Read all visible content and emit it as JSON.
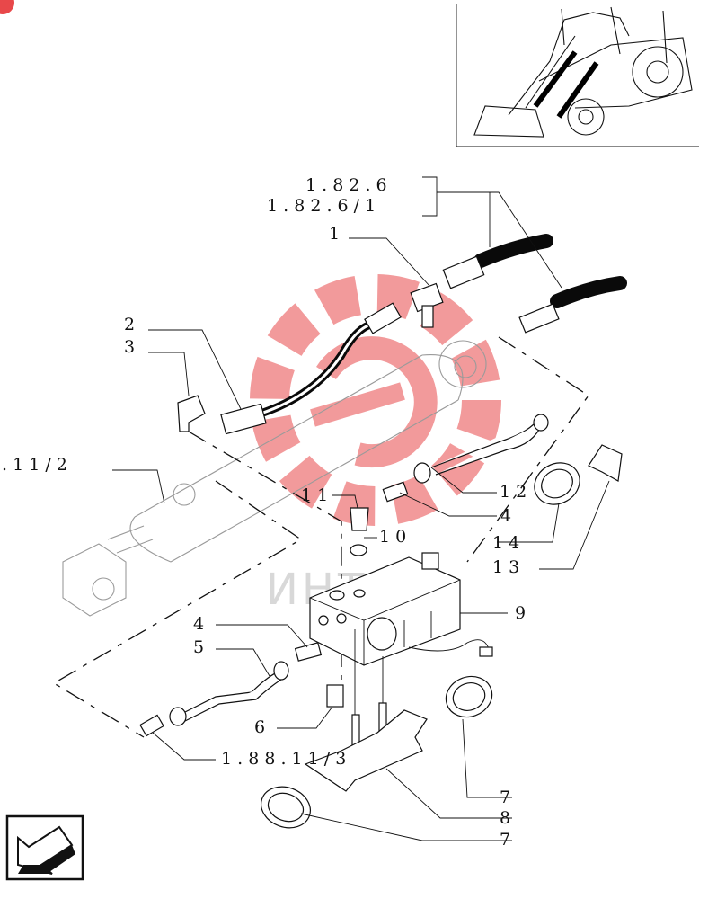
{
  "labels": {
    "ref_1_82_6": "1 . 8 2 . 6",
    "ref_1_82_6_1": "1 . 8 2 . 6 / 1",
    "p1": "1",
    "p2": "2",
    "p3": "3",
    "ref_11_2": ". 1 1 / 2",
    "p11": "1 1",
    "p10": "1 0",
    "p12": "1 2",
    "p4a": "4",
    "p14": "1 4",
    "p13": "1 3",
    "p9": "9",
    "p4b": "4",
    "p5": "5",
    "p6": "6",
    "ref_1_88": "1 . 8 8 . 1 1 / 3",
    "p7a": "7",
    "p8": "8",
    "p7b": "7"
  },
  "watermark": {
    "text": "ИНТЕХ",
    "color": "#e8484a"
  },
  "icons": {
    "nav_arrow": "arrow-down-left-icon",
    "corner_badge": "badge-icon",
    "locator": "backhoe-loader-thumbnail"
  }
}
